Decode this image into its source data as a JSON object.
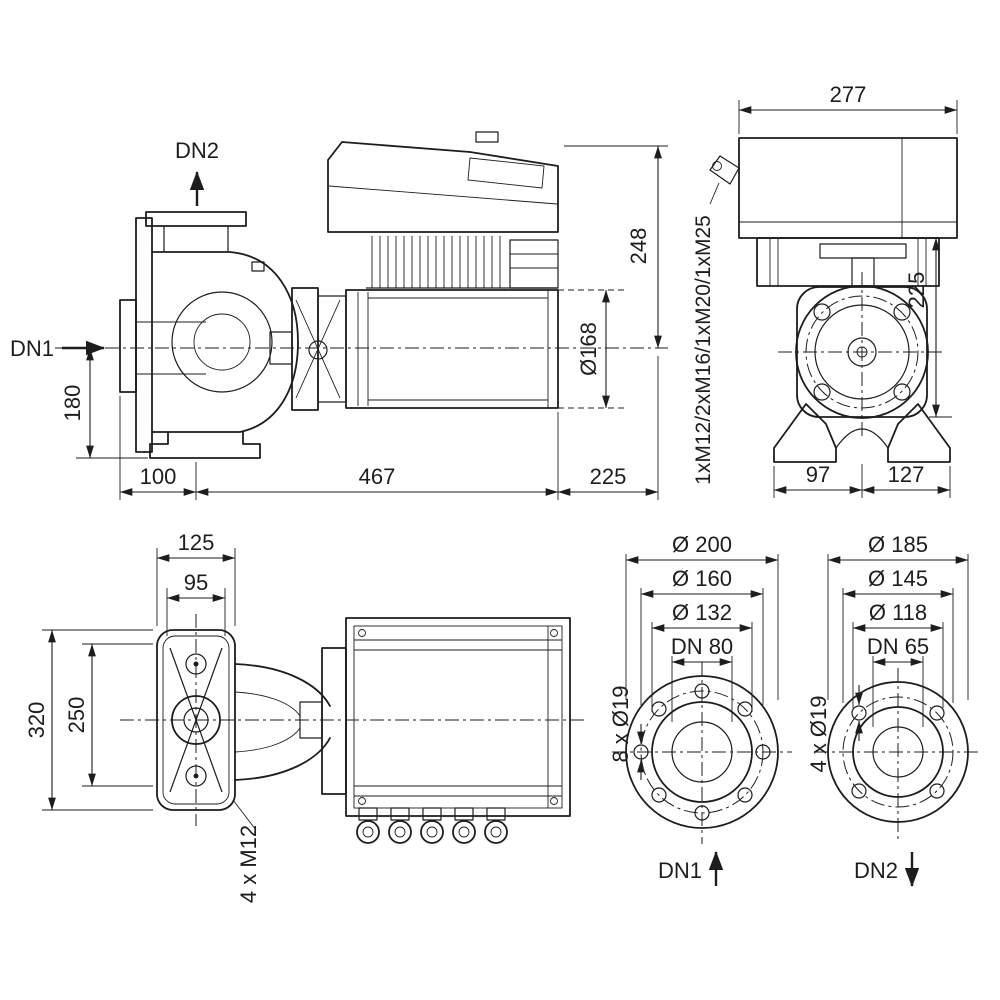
{
  "colors": {
    "line": "#1d1d1b",
    "background": "#ffffff"
  },
  "side_view": {
    "dn1_label": "DN1",
    "dn2_label": "DN2",
    "dim_height_axis_to_base": "180",
    "dim_suction_length": "100",
    "dim_pump_motor_length": "467",
    "dim_module_overhang": "225",
    "dim_axis_to_module_top": "248",
    "dim_motor_diameter": "Ø168"
  },
  "front_view": {
    "dim_module_width": "277",
    "dim_height": "225",
    "dim_foot_left": "97",
    "dim_foot_right": "127",
    "cable_glands_label": "1xM12/2xM16/1xM20/1xM25"
  },
  "top_view": {
    "dim_flange_width": "125",
    "dim_flange_inner": "95",
    "dim_overall_depth": "320",
    "dim_bolt_spacing": "250",
    "bolt_label": "4 x M12"
  },
  "flange_dn1": {
    "dim_outer": "Ø 200",
    "dim_bolt_circle": "Ø 160",
    "dim_raised_face": "Ø 132",
    "dim_nominal": "DN 80",
    "bolt_holes_label": "8 x Ø19",
    "port_label": "DN1"
  },
  "flange_dn2": {
    "dim_outer": "Ø 185",
    "dim_bolt_circle": "Ø 145",
    "dim_raised_face": "Ø 118",
    "dim_nominal": "DN 65",
    "bolt_holes_label": "4 x Ø19",
    "port_label": "DN2"
  }
}
